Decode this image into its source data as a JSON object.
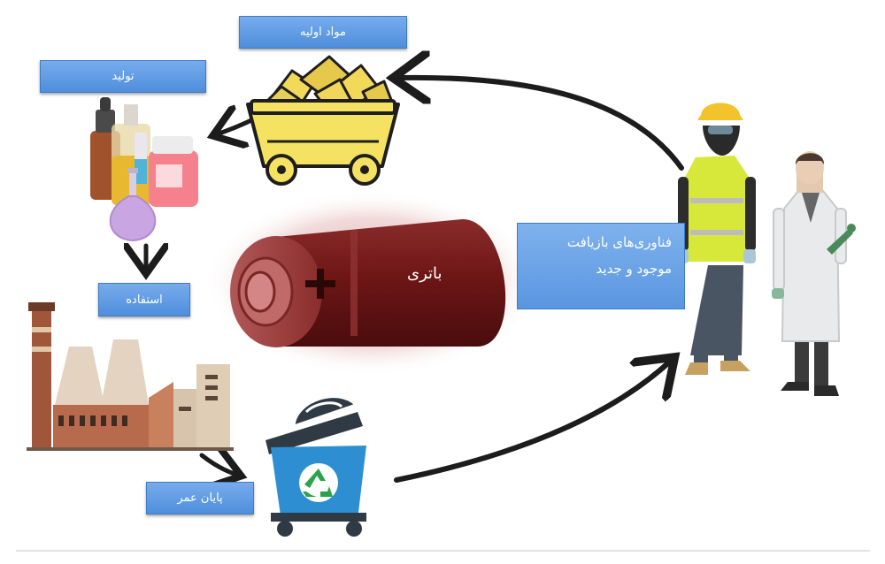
{
  "labels": {
    "raw_materials": "مواد اولیه",
    "production": "تولید",
    "usage": "استفاده",
    "end_of_life": "پایان عمر",
    "battery": "باتری",
    "recycling_line1": "فناوری‌های بازیافت",
    "recycling_line2": "موجود و جدید"
  },
  "icons": [
    "mine-cart-icon",
    "lab-flasks-icon",
    "battery-icon",
    "factory-icon",
    "recycle-bin-icon",
    "worker-icon",
    "scientist-icon"
  ],
  "colors": {
    "label_blue": "#5b97e0",
    "battery_red": "#7a1a1a",
    "cart_yellow": "#f5e263",
    "bin_blue": "#2d8fd1",
    "recycle_green": "#2aa34a"
  }
}
